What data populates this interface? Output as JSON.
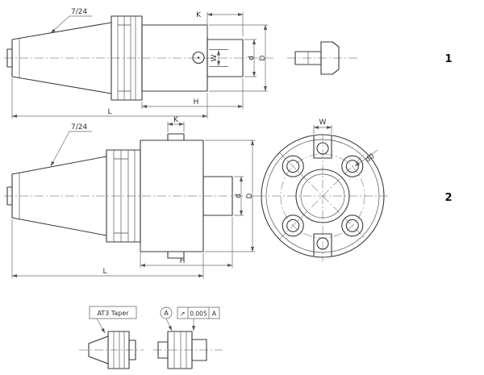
{
  "drawing": {
    "view1": {
      "taper_label": "7/24",
      "dim_K": "K",
      "dim_W": "W",
      "dim_d": "d",
      "dim_D": "D",
      "dim_L": "L",
      "dim_H": "H",
      "item_number": "1"
    },
    "view2": {
      "taper_label": "7/24",
      "dim_K": "K",
      "dim_d": "d",
      "dim_D": "D",
      "dim_L": "L",
      "dim_H": "H",
      "item_number": "2"
    },
    "front_view": {
      "dim_W": "W",
      "dim_d0": "d0"
    },
    "detail_notes": {
      "taper_spec": "AT3 Taper",
      "datum": "A",
      "runout_symbol": "↗",
      "runout_value": "0.005",
      "runout_datum": "A"
    },
    "colors": {
      "line": "#3a3a3a",
      "dimension": "#6a6a6a",
      "background": "#ffffff"
    }
  }
}
